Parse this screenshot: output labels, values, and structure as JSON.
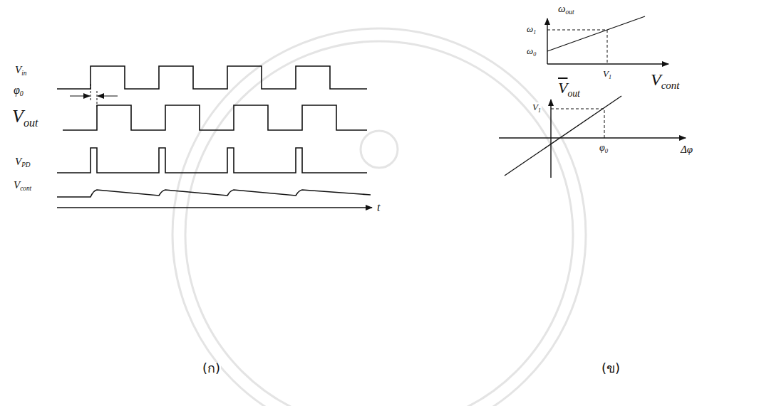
{
  "diagram": {
    "labels": [
      "Vin",
      "φ0",
      "Vout",
      "VPD",
      "Vcont",
      "t",
      "(ก)",
      "ωout",
      "ω1",
      "ω0",
      "V1",
      "Vcont",
      "Vout",
      "V1",
      "φ0",
      "Δφ",
      "(ข)"
    ]
  }
}
